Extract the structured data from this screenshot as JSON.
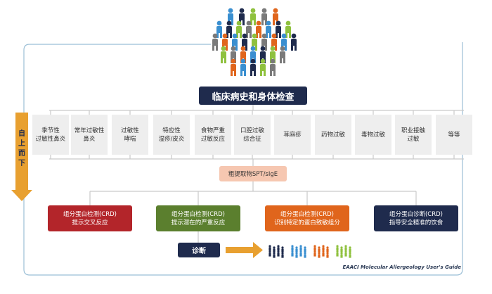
{
  "title": "临床病史和身体检查",
  "side_label": "自\n上\n而\n下",
  "categories": [
    "季节性\n过敏性鼻炎",
    "常年过敏性\n鼻炎",
    "过敏性\n哮喘",
    "特应性\n湿疹/皮炎",
    "食物严重\n过敏反应",
    "口腔过敏\n综合征",
    "荨麻疹",
    "药物过敏",
    "毒物过敏",
    "职业接触\n过敏",
    "等等"
  ],
  "prelim": "粗提取物SPT/sIgE",
  "crd_boxes": [
    {
      "text": "组分蛋白检测(CRD)\n提示交叉反应",
      "color": "#b3252a"
    },
    {
      "text": "组分蛋白检测(CRD)\n提示潜在的严重反应",
      "color": "#5b7f2e"
    },
    {
      "text": "组分蛋白检测(CRD)\n识别特定的蛋白致敏组分",
      "color": "#e0651c"
    },
    {
      "text": "组分蛋白诊断(CRD)\n指导安全精准的饮食",
      "color": "#1f2b4d"
    }
  ],
  "diagnosis": "诊断",
  "footer": "EAACI Molecular Allergeology User's Guide",
  "colors": {
    "navy": "#1f2b4d",
    "orange_arrow": "#e8a030",
    "crowd": [
      "#1f2b4d",
      "#e0651c",
      "#8fc13e",
      "#3a8fd0",
      "#7a7a7a"
    ]
  }
}
